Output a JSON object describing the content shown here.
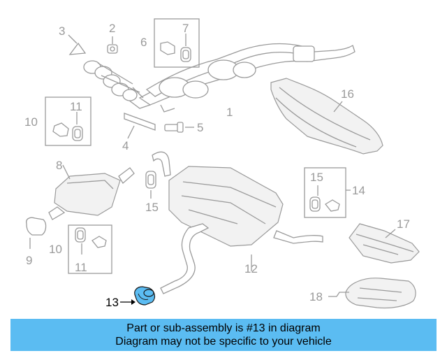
{
  "diagram": {
    "callouts": {
      "c1": "1",
      "c2": "2",
      "c3": "3",
      "c4": "4",
      "c5": "5",
      "c6": "6",
      "c7": "7",
      "c8": "8",
      "c9": "9",
      "c10a": "10",
      "c10b": "10",
      "c11a": "11",
      "c11b": "11",
      "c12": "12",
      "c13": "13",
      "c14": "14",
      "c15a": "15",
      "c15b": "15",
      "c16": "16",
      "c17": "17",
      "c18": "18"
    },
    "highlighted_part": "13",
    "colors": {
      "line": "#9a9a9a",
      "highlight_part": "#5bbcf2",
      "banner": "#5bbcf2"
    }
  },
  "banner": {
    "line1": "Part or sub-assembly is #13 in diagram",
    "line2": "Diagram may not be specific to your vehicle"
  }
}
